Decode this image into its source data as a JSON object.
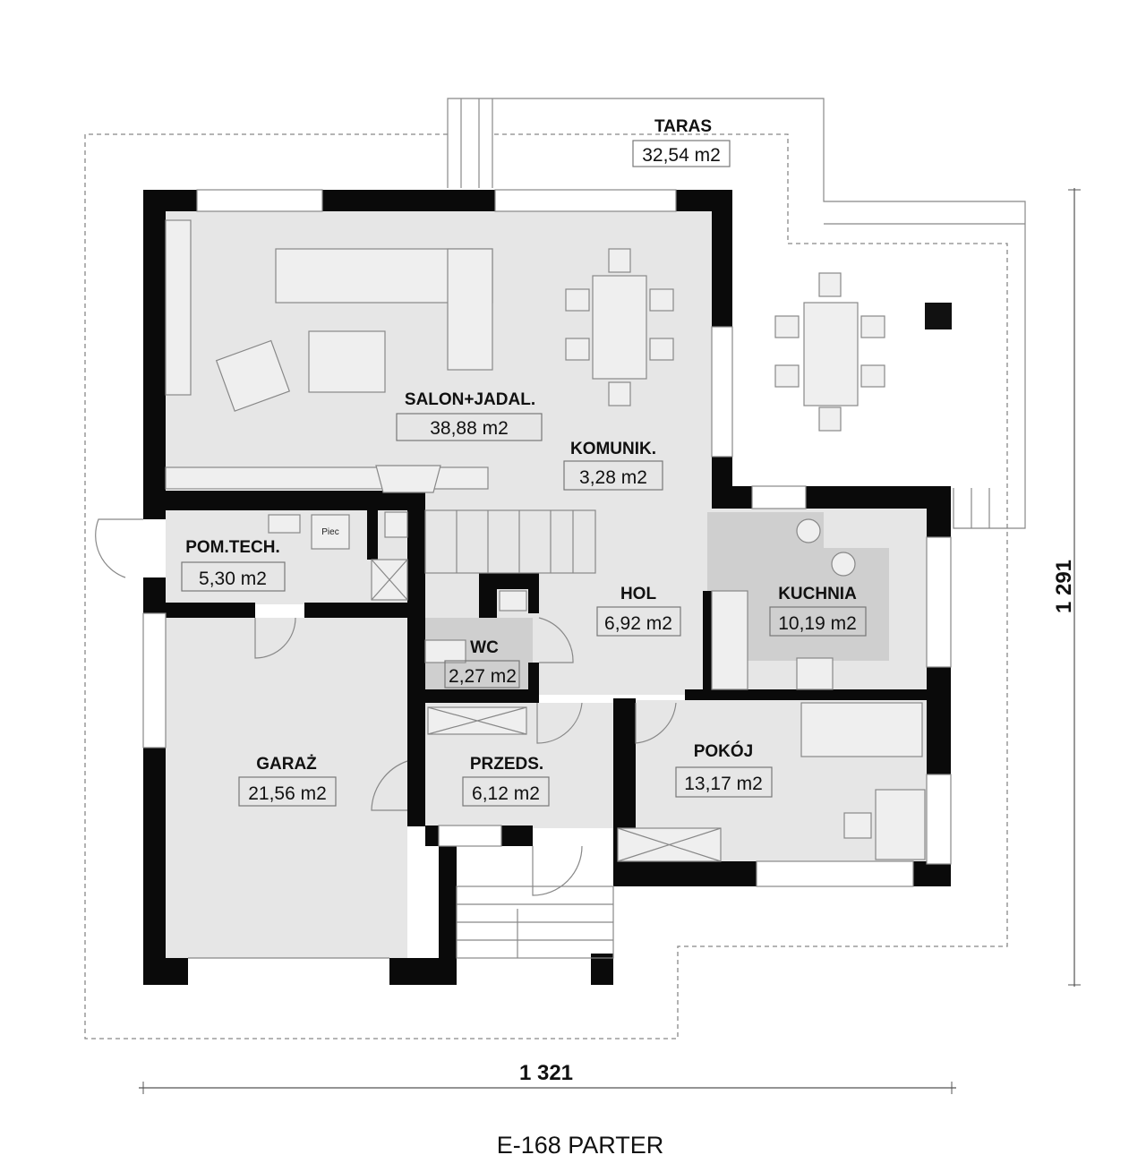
{
  "plan": {
    "title": "E-168 PARTER",
    "dimension_width": "1 321",
    "dimension_height": "1 291",
    "rooms": [
      {
        "name": "TARAS",
        "area": "32,54 m2"
      },
      {
        "name": "SALON+JADAL.",
        "area": "38,88 m2"
      },
      {
        "name": "KOMUNIK.",
        "area": "3,28 m2"
      },
      {
        "name": "POM.TECH.",
        "area": "5,30 m2"
      },
      {
        "name": "HOL",
        "area": "6,92 m2"
      },
      {
        "name": "KUCHNIA",
        "area": "10,19 m2"
      },
      {
        "name": "WC",
        "area": "2,27 m2"
      },
      {
        "name": "GARAŻ",
        "area": "21,56 m2"
      },
      {
        "name": "PRZEDS.",
        "area": "6,12 m2"
      },
      {
        "name": "POKÓJ",
        "area": "13,17 m2"
      }
    ],
    "equipment_label": "Piec"
  }
}
